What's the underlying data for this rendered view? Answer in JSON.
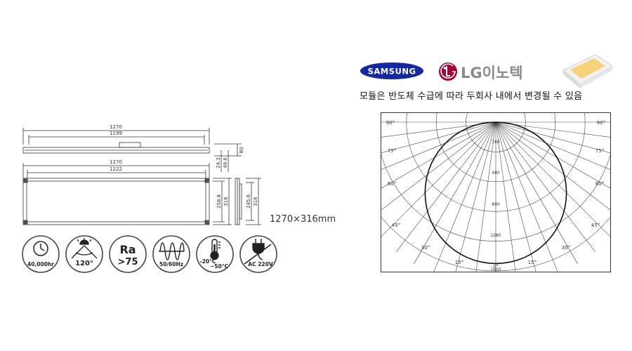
{
  "drawing": {
    "top_outer_length": "1270",
    "top_inner_length": "1199",
    "side_height": "80",
    "front_outer_length": "1270",
    "front_inner_length": "1222",
    "depth_a": "24.3",
    "depth_b": "49.6",
    "front_inner_height": "258.8",
    "front_outer_height": "316",
    "side_inner_height": "245.6",
    "side_outer_height": "316",
    "size_text": "1270×316mm"
  },
  "icons": [
    {
      "id": "lifetime",
      "icon": "clock-icon",
      "lines": [
        "40,000hr"
      ]
    },
    {
      "id": "angle",
      "icon": "beam-angle-icon",
      "lines": [
        "120°"
      ]
    },
    {
      "id": "cri",
      "icon": "ra-icon",
      "lines": [
        "Ra",
        ">75"
      ]
    },
    {
      "id": "frequency",
      "icon": "wave-icon",
      "lines": [
        "50/60Hz"
      ]
    },
    {
      "id": "temperature",
      "icon": "thermometer-icon",
      "lines": [
        "-20°C",
        "~50°C"
      ]
    },
    {
      "id": "voltage",
      "icon": "plug-icon",
      "lines": [
        "AC 220V"
      ]
    }
  ],
  "brands": {
    "samsung": "SAMSUNG",
    "lg": "LG이노텍"
  },
  "note": "모듈은 반도체 수급에 따라 두회사 내에서 변경될 수 있음",
  "polar": {
    "angle_labels": [
      "90°",
      "75°",
      "60°",
      "45°",
      "30°",
      "15°",
      "0°"
    ],
    "radial_labels": [
      "160",
      "480",
      "800",
      "1280",
      "1600"
    ],
    "curve_color": "#111111"
  },
  "colors": {
    "line": "#333333",
    "samsung_blue": "#1428a0",
    "lg_red": "#a50034",
    "led_yellow": "#f6d27a"
  }
}
